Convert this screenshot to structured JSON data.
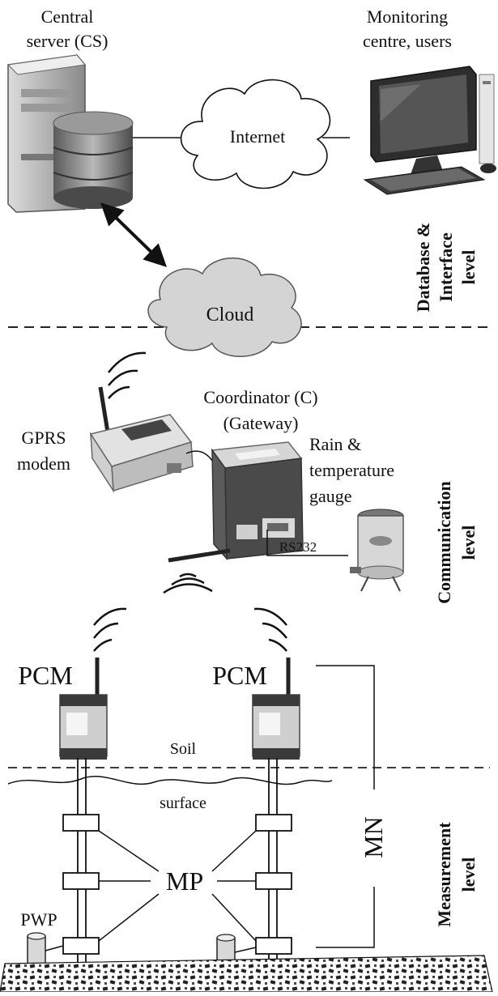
{
  "labels": {
    "central_server_line1": "Central",
    "central_server_line2": "server (CS)",
    "monitoring_line1": "Monitoring",
    "monitoring_line2": "centre, users",
    "internet": "Internet",
    "cloud": "Cloud",
    "coordinator_line1": "Coordinator (C)",
    "coordinator_line2": "(Gateway)",
    "gprs_line1": "GPRS",
    "gprs_line2": "modem",
    "rain_line1": "Rain &",
    "rain_line2": "temperature",
    "rain_line3": "gauge",
    "rs232": "RS232",
    "pcm_left": "PCM",
    "pcm_right": "PCM",
    "soil": "Soil",
    "surface": "surface",
    "mp": "MP",
    "pwp": "PWP",
    "mn": "MN"
  },
  "levels": {
    "database_line1": "Database &",
    "database_line2": "Interface",
    "database_line3": "level",
    "communication_line1": "Communication",
    "communication_line2": "level",
    "measurement_line1": "Measurement",
    "measurement_line2": "level"
  },
  "colors": {
    "cloud_fill": "#d4d4d4",
    "device_dark": "#4a4a4a",
    "device_light": "#cfcfcf",
    "line": "#111111"
  }
}
